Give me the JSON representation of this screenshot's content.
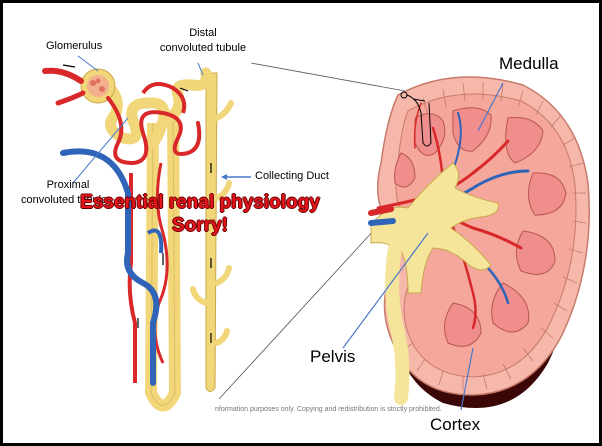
{
  "labels": {
    "glomerulus": "Glomerulus",
    "distal_line1": "Distal",
    "distal_line2": "convoluted tubule",
    "collecting_duct": "Collecting Duct",
    "proximal_line1": "Proximal",
    "proximal_line2": "convoluted tubule",
    "medulla": "Medulla",
    "pelvis": "Pelvis",
    "cortex": "Cortex"
  },
  "overlay": {
    "line1": "Essential renal physiology",
    "line2": "Sorry!"
  },
  "footer": {
    "copyright": "nformation purposes only. Copying and redistribution is strictly prohibited."
  },
  "colors": {
    "tubule": "#f2d67a",
    "artery": "#d8282a",
    "vein": "#2f64b8",
    "medulla_pink": "#ef8e8c",
    "cortex_pink": "#f7b8ac",
    "pelvis_yellow": "#f5e59a",
    "overlay_red": "#e3141b"
  }
}
